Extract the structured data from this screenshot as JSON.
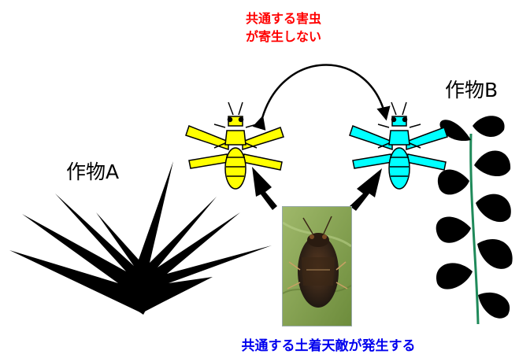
{
  "top_note": {
    "line1": "共通する害虫",
    "line2": "が寄生しない",
    "color": "#ff0000"
  },
  "crop_a": {
    "label": "作物A"
  },
  "crop_b": {
    "label": "作物B"
  },
  "bottom_caption": {
    "text": "共通する土着天敵が発生する",
    "color": "#0000ee"
  },
  "pest_left": {
    "color": "#ffff00"
  },
  "pest_right": {
    "color": "#00ffff"
  },
  "photo": {
    "subject": "predatory bug on a leaf"
  },
  "icons": [
    "double-headed-curved-arrow",
    "up-arrow",
    "plant-silhouette",
    "leafy-stem-silhouette"
  ]
}
